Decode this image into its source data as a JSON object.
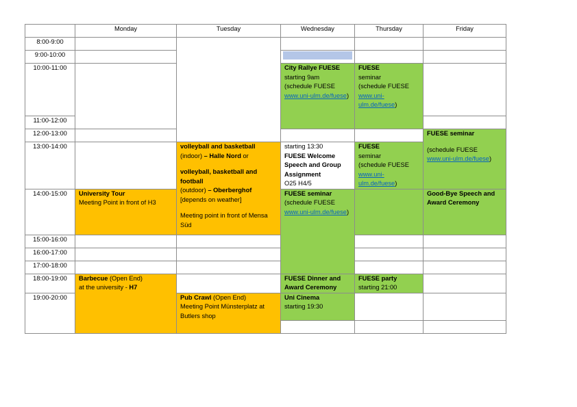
{
  "days": [
    "Monday",
    "Tuesday",
    "Wednesday",
    "Thursday",
    "Friday"
  ],
  "times": [
    "8:00-9:00",
    "9:00-10:00",
    "10:00-11:00",
    "11:00-12:00",
    "12:00-13:00",
    "13:00-14:00",
    "14:00-15:00",
    "15:00-16:00",
    "16:00-17:00",
    "17:00-18:00",
    "18:00-19:00",
    "19:00-20:00"
  ],
  "colors": {
    "orange": "#ffc000",
    "green": "#92d050",
    "blue": "#b4c6e7",
    "link": "#0563c1",
    "border": "#8c8c8c"
  },
  "events": {
    "city_rallye": {
      "title": "City Rallye FUESE",
      "l1": "starting 9am",
      "l2": "(schedule FUESE",
      "link": "www.uni-ulm.de/fuese",
      "close": ")"
    },
    "thu_seminar_am": {
      "title": "FUESE",
      "l1": "seminar",
      "l2": "(schedule FUESE",
      "link": "www.uni-ulm.de/fuese",
      "close": ")"
    },
    "fri_seminar": {
      "title": "FUESE seminar",
      "l2": "(schedule FUESE",
      "link": "www.uni-ulm.de/fuese",
      "close": ")"
    },
    "sports": {
      "l1": "volleyball and basketball",
      "l2a": "(indoor)",
      "l2b": " – Halle Nord",
      "l2c": " or",
      "l3": "volleyball, basketball and football",
      "l4a": "(outdoor)",
      "l4b": " – Oberberghof",
      "l5": "[depends on weather]",
      "l6": "Meeting point in front of Mensa Süd"
    },
    "wed_welcome": {
      "l1": "starting 13:30",
      "l2": "FUESE Welcome Speech and Group Assignment",
      "l3": "O25 H4/5"
    },
    "thu_seminar_pm": {
      "title": "FUESE",
      "l1": "seminar",
      "l2": "(schedule FUESE",
      "link": "www.uni-ulm.de/fuese",
      "close": ")"
    },
    "univ_tour": {
      "title": "University Tour",
      "l1": "Meeting Point in front of H3"
    },
    "wed_seminar": {
      "title": "FUESE seminar",
      "l2": "(schedule FUESE",
      "link": "www.uni-ulm.de/fuese",
      "close": ")"
    },
    "goodbye": {
      "title": "Good-Bye Speech and Award Ceremony"
    },
    "barbecue": {
      "title": "Barbecue",
      "title_rest": " (Open End)",
      "l1": "at the university - ",
      "l1b": "H7"
    },
    "wed_dinner": {
      "title": "FUESE Dinner and Award Ceremony"
    },
    "thu_party": {
      "title": "FUESE party",
      "l1": "starting 21:00"
    },
    "pub_crawl": {
      "title": "Pub Crawl",
      "title_rest": " (Open End)",
      "l1": "Meeting Point Münsterplatz at Butlers shop"
    },
    "uni_cinema": {
      "title": "Uni Cinema",
      "l1": "starting 19:30"
    }
  }
}
